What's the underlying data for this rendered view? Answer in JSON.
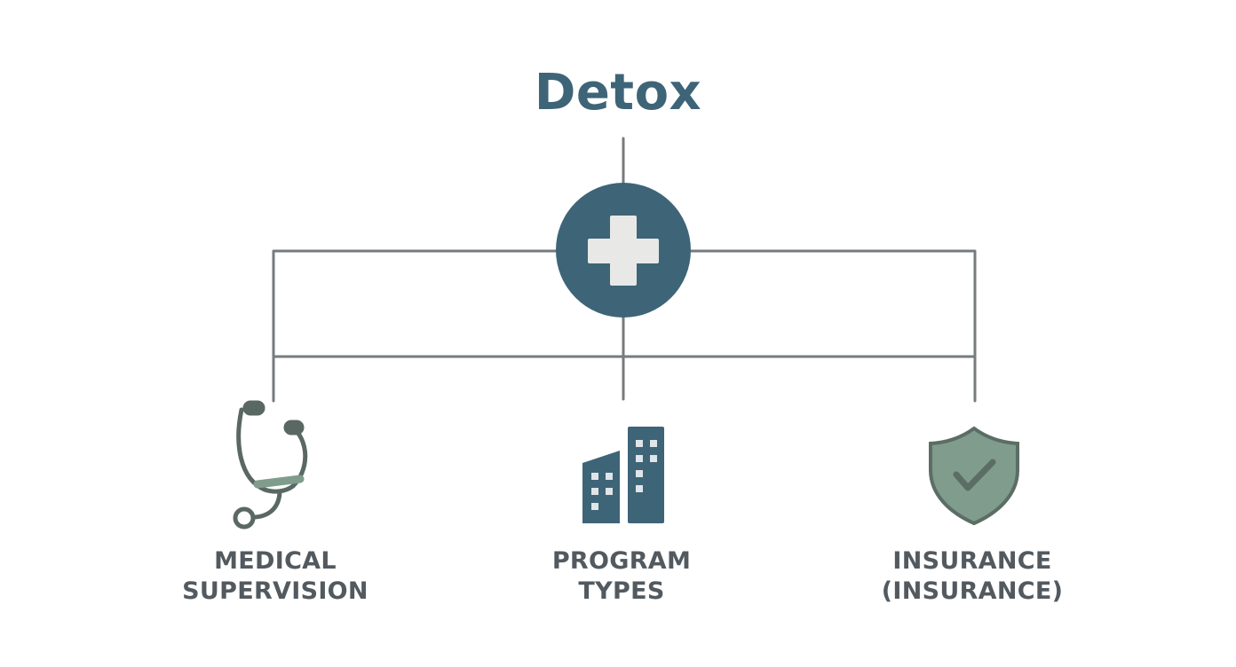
{
  "title": "Detox",
  "colors": {
    "primary": "#3e6478",
    "line": "#767b7e",
    "text": "#525a60",
    "cross": "#e8e8e6",
    "shield_fill": "#7f9c8c",
    "shield_stroke": "#5c6d66",
    "stethoscope": "#5a6864"
  },
  "center_node": {
    "icon": "medical-cross-icon"
  },
  "branches": [
    {
      "icon": "stethoscope-icon",
      "label_lines": [
        "MEDICAL",
        "SUPERVISION"
      ]
    },
    {
      "icon": "building-icon",
      "label_lines": [
        "PROGRAM",
        "TYPES"
      ]
    },
    {
      "icon": "shield-check-icon",
      "label_lines": [
        "INSURANCE",
        "(INSURANCE)"
      ]
    }
  ]
}
